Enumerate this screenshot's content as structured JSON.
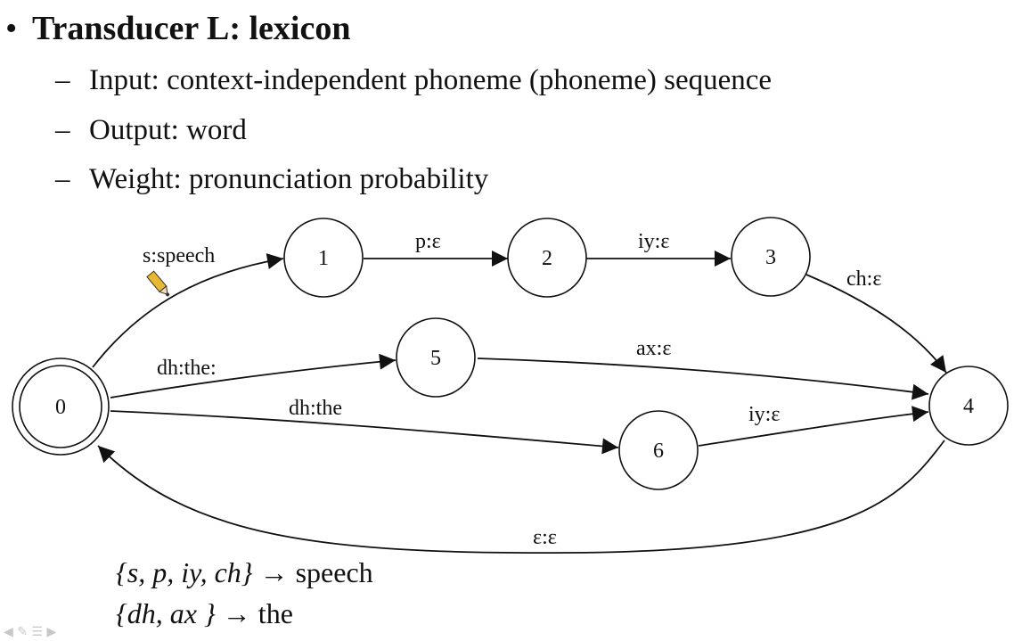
{
  "slide": {
    "title": "Transducer L: lexicon",
    "bullet_marker": "•",
    "dash": "–",
    "subpoints": [
      "Input: context-independent phoneme (phoneme) sequence",
      "Output: word",
      "Weight: pronunciation probability"
    ]
  },
  "diagram": {
    "nodes": [
      {
        "id": "0",
        "label": "0",
        "final": true
      },
      {
        "id": "1",
        "label": "1"
      },
      {
        "id": "2",
        "label": "2"
      },
      {
        "id": "3",
        "label": "3"
      },
      {
        "id": "4",
        "label": "4"
      },
      {
        "id": "5",
        "label": "5"
      },
      {
        "id": "6",
        "label": "6"
      }
    ],
    "edges": [
      {
        "from": "0",
        "to": "1",
        "label": "s:speech"
      },
      {
        "from": "1",
        "to": "2",
        "label": "p:ε"
      },
      {
        "from": "2",
        "to": "3",
        "label": "iy:ε"
      },
      {
        "from": "3",
        "to": "4",
        "label": "ch:ε"
      },
      {
        "from": "0",
        "to": "5",
        "label": "dh:the:"
      },
      {
        "from": "5",
        "to": "4",
        "label": "ax:ε"
      },
      {
        "from": "0",
        "to": "6",
        "label": "dh:the"
      },
      {
        "from": "6",
        "to": "4",
        "label": "iy:ε"
      },
      {
        "from": "4",
        "to": "0",
        "label": "ε:ε"
      }
    ]
  },
  "mappings": [
    {
      "set": "{s, p, iy, ch}",
      "arrow": "→",
      "word": "speech"
    },
    {
      "set": "{dh, ax }",
      "arrow": "→",
      "word": "the"
    }
  ],
  "footer_icons": [
    "prev-icon",
    "pen-icon",
    "menu-icon",
    "next-icon"
  ]
}
